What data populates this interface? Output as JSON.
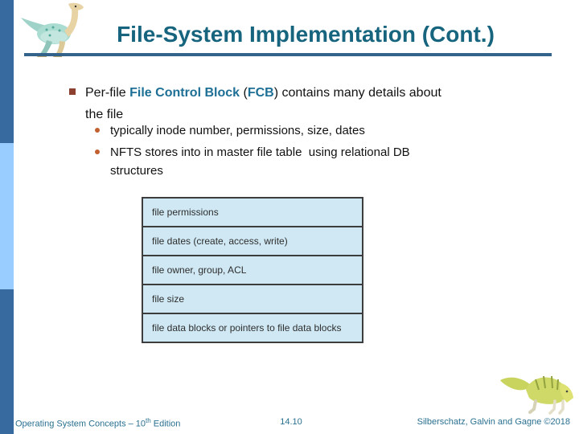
{
  "slide": {
    "title": "File-System Implementation (Cont.)",
    "bullet": {
      "pre": "Per-file ",
      "term1": "File Control Block",
      "mid": " (",
      "term2": "FCB",
      "post": ") contains many details about",
      "line2": "the file"
    },
    "sub_bullets": [
      "typically inode number, permissions, size, dates",
      "NFTS stores into in master file table  using relational DB\nstructures"
    ],
    "fcb_table": {
      "rows": [
        "file permissions",
        "file dates (create, access, write)",
        "file owner, group, ACL",
        "file size",
        "file data blocks or pointers to file data blocks"
      ]
    },
    "footer": {
      "left_main": "Operating System Concepts – 10",
      "left_sup": "th",
      "left_tail": " Edition",
      "page": "14.10",
      "right": "Silberschatz, Galvin and Gagne ©2018"
    },
    "colors": {
      "title_text": "#16647e",
      "title_rule": "#33628a",
      "sidebar_dark": "#376a9e",
      "sidebar_light": "#99ccff",
      "table_bg": "#cfe8f3",
      "table_border": "#3d3d3d",
      "term_text": "#1d6f96",
      "bullet_square": "#8c4130",
      "bullet_dot": "#c26030",
      "footer_text": "#2a7090"
    }
  }
}
